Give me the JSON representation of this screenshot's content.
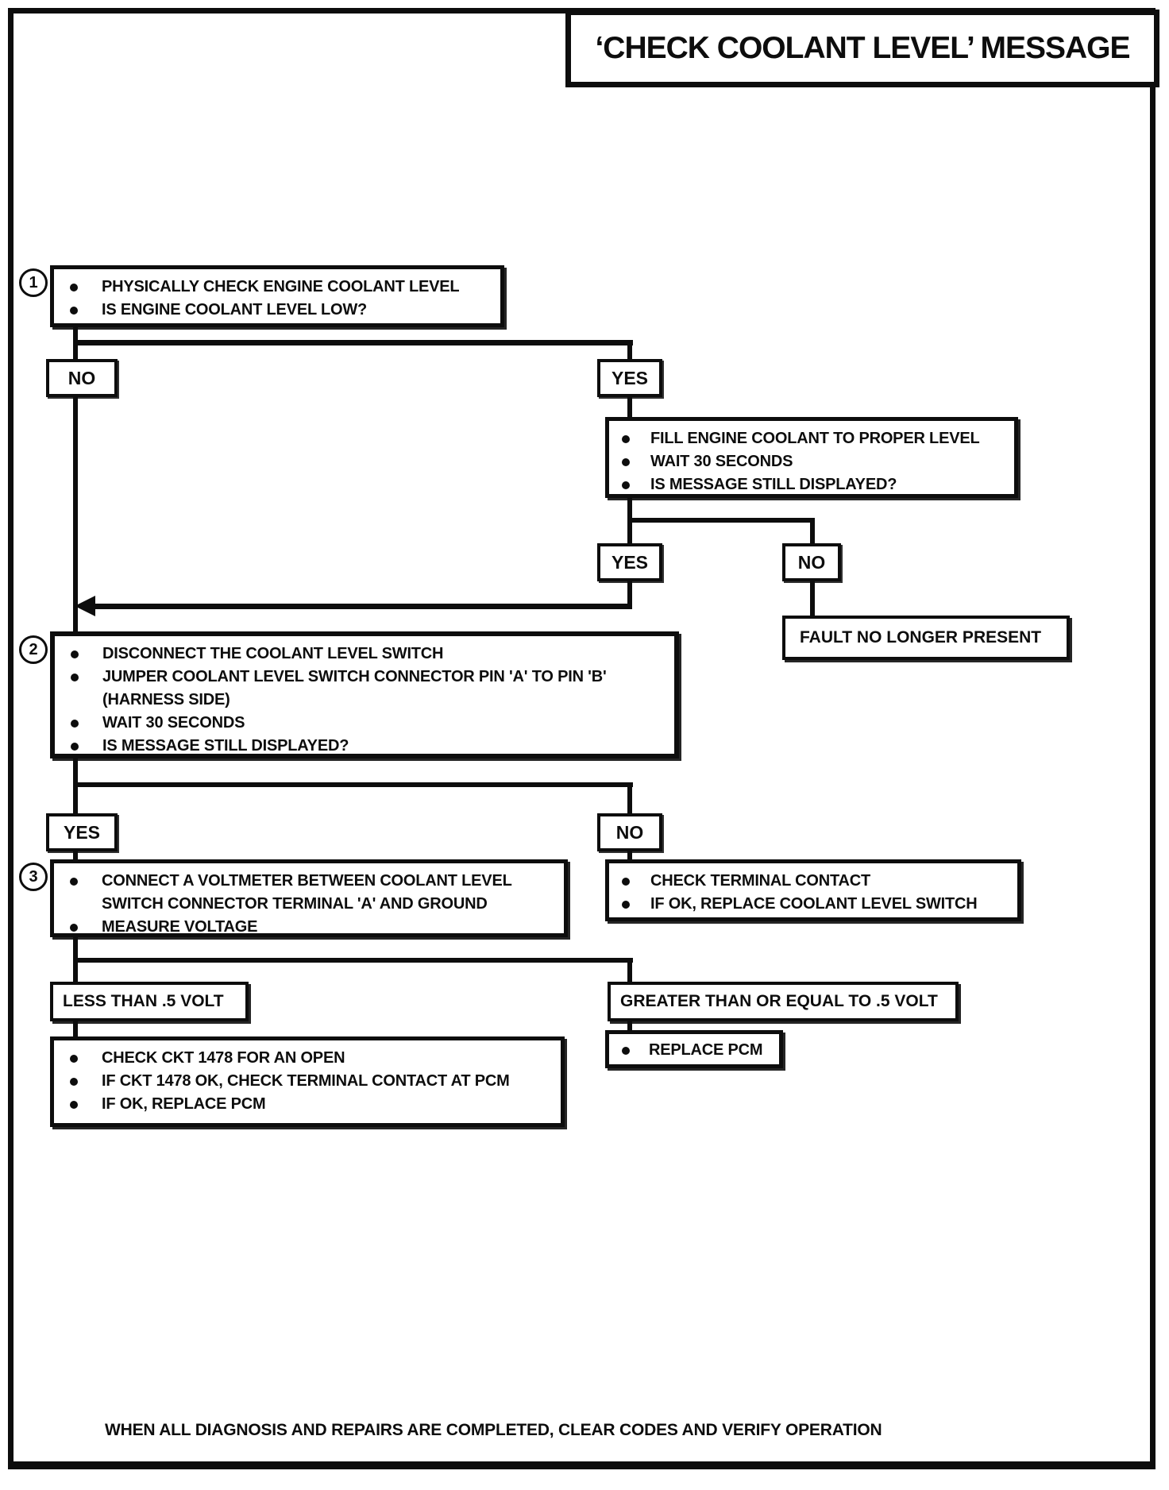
{
  "title": "‘CHECK COOLANT LEVEL’ MESSAGE",
  "footer": "WHEN ALL DIAGNOSIS AND REPAIRS ARE COMPLETED, CLEAR CODES AND VERIFY OPERATION",
  "colors": {
    "ink": "#0d0d0d",
    "paper": "#ffffff"
  },
  "nodes": {
    "step1": {
      "number": "1",
      "bullets": [
        "PHYSICALLY CHECK ENGINE COOLANT LEVEL",
        "IS ENGINE COOLANT LEVEL LOW?"
      ]
    },
    "no1": {
      "label": "NO"
    },
    "yes1": {
      "label": "YES"
    },
    "fill": {
      "bullets": [
        "FILL ENGINE COOLANT TO PROPER LEVEL",
        "WAIT 30 SECONDS",
        "IS MESSAGE STILL DISPLAYED?"
      ]
    },
    "yes2": {
      "label": "YES"
    },
    "no2": {
      "label": "NO"
    },
    "fault": {
      "label": "FAULT NO LONGER PRESENT"
    },
    "step2": {
      "number": "2",
      "bullets": [
        "DISCONNECT THE COOLANT LEVEL SWITCH",
        "JUMPER COOLANT LEVEL SWITCH CONNECTOR PIN 'A' TO PIN 'B' (HARNESS SIDE)",
        "WAIT 30 SECONDS",
        "IS MESSAGE STILL DISPLAYED?"
      ]
    },
    "yes3": {
      "label": "YES"
    },
    "no3": {
      "label": "NO"
    },
    "terminal": {
      "bullets": [
        "CHECK TERMINAL CONTACT",
        "IF OK, REPLACE COOLANT LEVEL SWITCH"
      ]
    },
    "step3": {
      "number": "3",
      "bullets": [
        "CONNECT A VOLTMETER BETWEEN COOLANT LEVEL SWITCH CONNECTOR TERMINAL 'A' AND GROUND",
        "MEASURE VOLTAGE"
      ]
    },
    "less": {
      "label": "LESS THAN .5 VOLT"
    },
    "greater": {
      "label": "GREATER THAN OR EQUAL TO .5 VOLT"
    },
    "ckt": {
      "bullets": [
        "CHECK CKT 1478 FOR AN OPEN",
        "IF CKT 1478 OK, CHECK TERMINAL CONTACT AT PCM",
        "IF OK, REPLACE PCM"
      ]
    },
    "replace": {
      "bullets": [
        "REPLACE PCM"
      ]
    }
  }
}
